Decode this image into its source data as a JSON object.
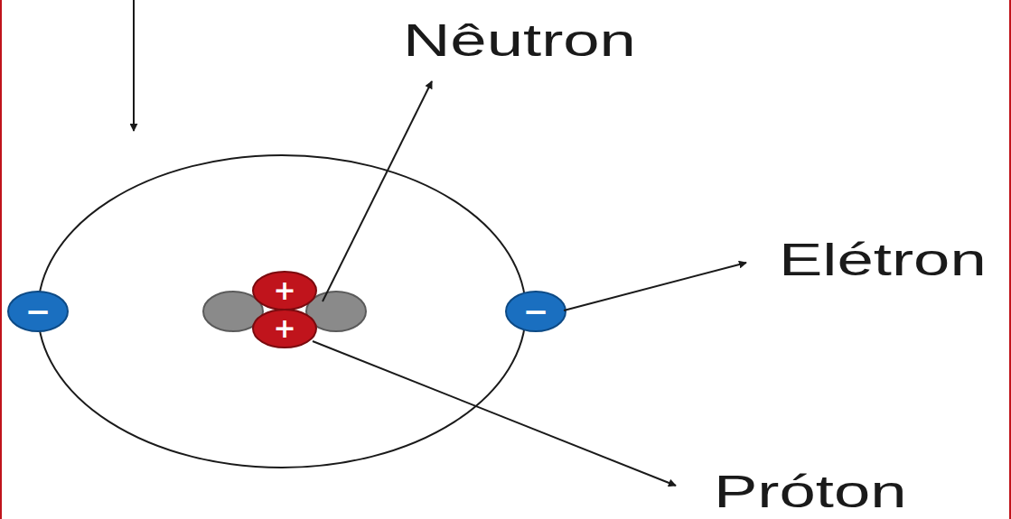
{
  "diagram": {
    "labels": [
      "Nêutron",
      "Elétron",
      "Próton",
      "+",
      "+",
      "−",
      "−"
    ]
  }
}
